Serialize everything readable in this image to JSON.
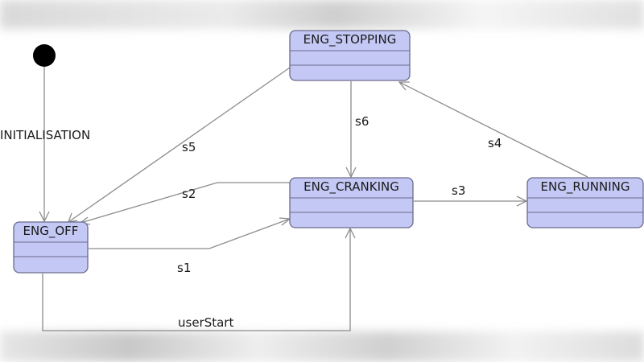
{
  "diagram": {
    "colors": {
      "state_fill": "#c4c8f4",
      "state_border": "#6a6a8c",
      "edge": "#8c8c8c",
      "initial": "#000000"
    },
    "initial_label": "INITIALISATION",
    "states": {
      "eng_off": "ENG_OFF",
      "eng_stopping": "ENG_STOPPING",
      "eng_cranking": "ENG_CRANKING",
      "eng_running": "ENG_RUNNING"
    },
    "transitions": {
      "s1": "s1",
      "s2": "s2",
      "s3": "s3",
      "s4": "s4",
      "s5": "s5",
      "s6": "s6",
      "user_start": "userStart"
    }
  }
}
